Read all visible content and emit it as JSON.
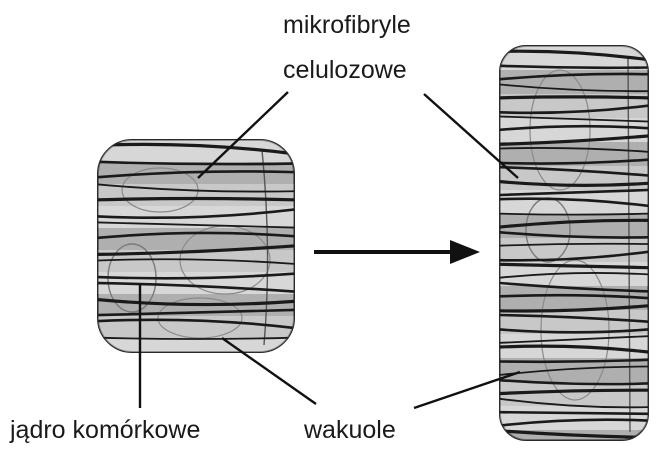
{
  "labels": {
    "microfibrils_line1": "mikrofibryle",
    "microfibrils_line2": "celulozowe",
    "nucleus": "jądro komórkowe",
    "vacuoles": "wakuole"
  },
  "colors": {
    "cell_fill": "#c8c8c8",
    "cell_band_light": "#e4e4e4",
    "cell_band_dark": "#9a9a9a",
    "fibril": "#1a1a1a",
    "outline": "#2a2a2a",
    "arrow": "#111111"
  }
}
